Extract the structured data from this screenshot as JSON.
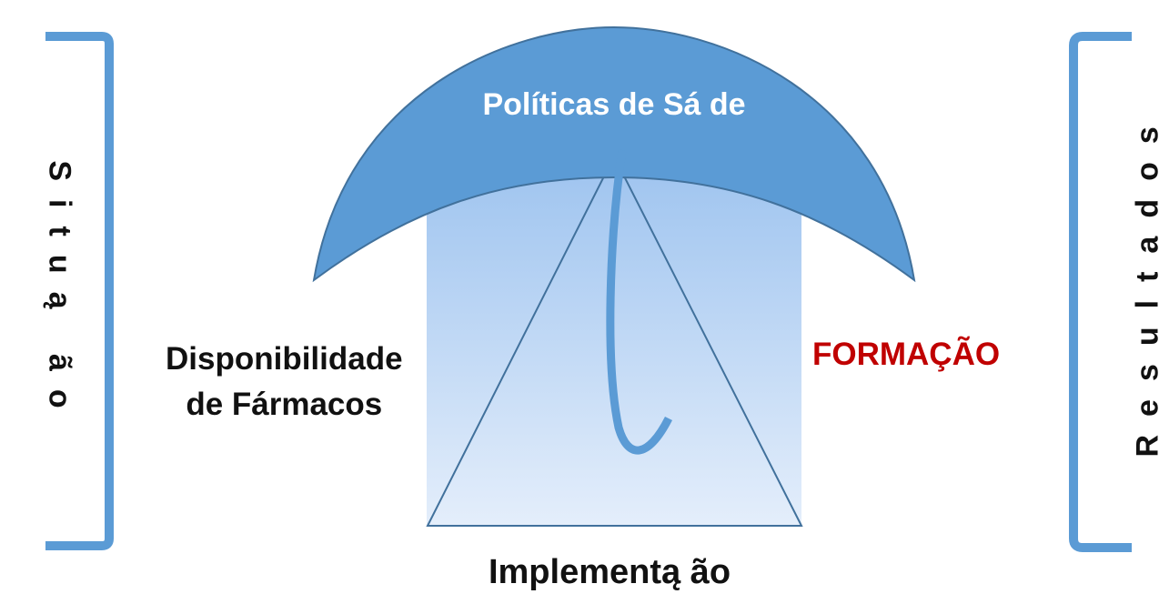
{
  "diagram": {
    "umbrella_title": "Políticas de Sá de",
    "left_label_line1": "Disponibilidade",
    "left_label_line2": "de Fármacos",
    "right_label": "FORMAÇÃO",
    "bottom_label": "Implementą ão",
    "left_side_vertical": "Situą ão",
    "right_side_vertical": "Resultados"
  },
  "colors": {
    "umbrella_fill": "#5b9bd5",
    "umbrella_stroke": "#41719c",
    "bracket": "#5b9bd5",
    "box_gradient_top": "#9dc3ef",
    "box_gradient_bottom": "#e4eefb",
    "triangle_stroke": "#41719c",
    "accent_red": "#c00000",
    "text_dark": "#111111"
  },
  "icons": [
    "umbrella-canopy",
    "umbrella-handle",
    "left-bracket",
    "right-bracket"
  ]
}
